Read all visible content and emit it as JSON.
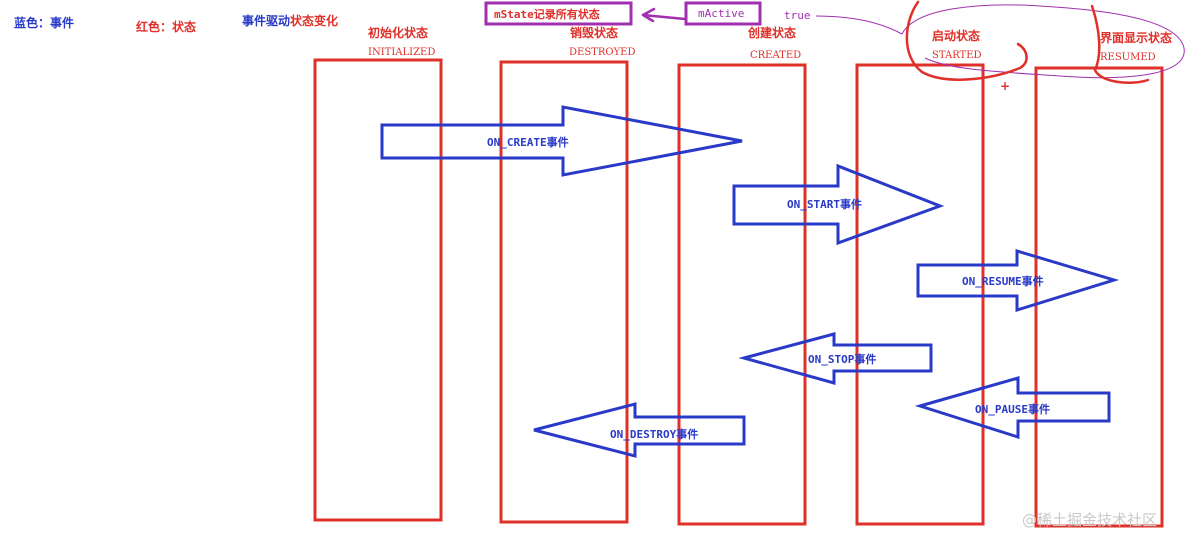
{
  "legend": {
    "blue_events": "蓝色：事件",
    "red_states": "红色：状态",
    "event_drives_prefix": "事件驱动",
    "event_drives_suffix": "状态变化"
  },
  "states": [
    {
      "cn": "初始化状态",
      "en": "INITIALIZED"
    },
    {
      "cn": "销毁状态",
      "en": "DESTROYED"
    },
    {
      "cn": "创建状态",
      "en": "CREATED"
    },
    {
      "cn": "启动状态",
      "en": "STARTED"
    },
    {
      "cn": "界面显示状态",
      "en": "RESUMED"
    }
  ],
  "events": [
    {
      "label": "ON_CREATE事件"
    },
    {
      "label": "ON_START事件"
    },
    {
      "label": "ON_RESUME事件"
    },
    {
      "label": "ON_STOP事件"
    },
    {
      "label": "ON_PAUSE事件"
    },
    {
      "label": "ON_DESTROY事件"
    }
  ],
  "annotations": {
    "mstate": "mState记录所有状态",
    "mactive": "mActive",
    "true_label": "true",
    "plus": "+"
  },
  "watermark": "@稀土掘金技术社区",
  "colors": {
    "event": "#2a3ac8",
    "state": "#e0302a",
    "annotation": "#a12fb0"
  }
}
